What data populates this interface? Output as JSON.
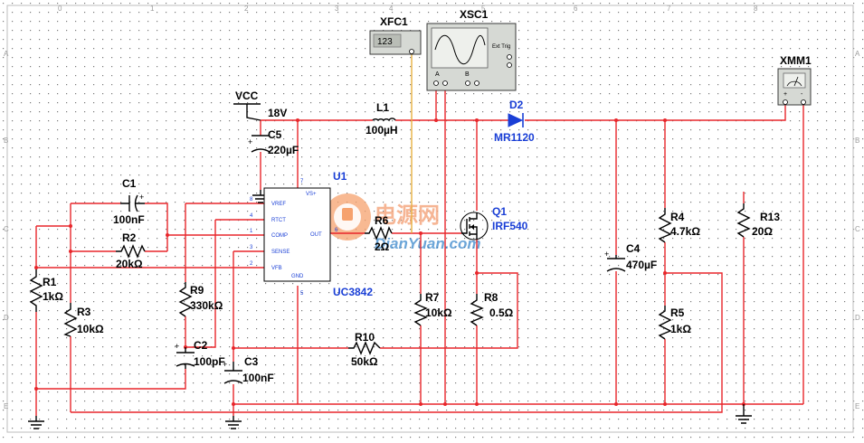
{
  "ruler": {
    "top": [
      "0",
      "1",
      "2",
      "3",
      "4",
      "5",
      "6",
      "7",
      "8"
    ],
    "side": [
      "A",
      "B",
      "C",
      "D",
      "E"
    ]
  },
  "instruments": {
    "xfc1": {
      "ref": "XFC1",
      "display": "123"
    },
    "xsc1": {
      "ref": "XSC1",
      "ch_a": "A",
      "ch_b": "B",
      "ext_trig": "Ext Trig"
    },
    "xmm1": {
      "ref": "XMM1",
      "plus": "+",
      "minus": "-"
    }
  },
  "supply": {
    "name": "VCC",
    "voltage": "18V"
  },
  "components": {
    "c1": {
      "ref": "C1",
      "value": "100nF"
    },
    "c2": {
      "ref": "C2",
      "value": "100pF"
    },
    "c3": {
      "ref": "C3",
      "value": "100nF"
    },
    "c4": {
      "ref": "C4",
      "value": "470µF"
    },
    "c5": {
      "ref": "C5",
      "value": "220µF"
    },
    "l1": {
      "ref": "L1",
      "value": "100µH"
    },
    "d2": {
      "ref": "D2",
      "value": "MR1120"
    },
    "q1": {
      "ref": "Q1",
      "value": "IRF540"
    },
    "r1": {
      "ref": "R1",
      "value": "1kΩ"
    },
    "r2": {
      "ref": "R2",
      "value": "20kΩ"
    },
    "r3": {
      "ref": "R3",
      "value": "10kΩ"
    },
    "r4": {
      "ref": "R4",
      "value": "4.7kΩ"
    },
    "r5": {
      "ref": "R5",
      "value": "1kΩ"
    },
    "r6": {
      "ref": "R6",
      "value": "2Ω"
    },
    "r7": {
      "ref": "R7",
      "value": "10kΩ"
    },
    "r8": {
      "ref": "R8",
      "value": "0.5Ω"
    },
    "r9": {
      "ref": "R9",
      "value": "330kΩ"
    },
    "r10": {
      "ref": "R10",
      "value": "50kΩ"
    },
    "r13": {
      "ref": "R13",
      "value": "20Ω"
    }
  },
  "ic": {
    "ref": "U1",
    "part": "UC3842",
    "pins": {
      "vref": "VREF",
      "rtct": "RTCT",
      "comp": "COMP",
      "sense": "SENSE",
      "vfb": "VFB",
      "gnd": "GND",
      "vs": "VS+",
      "out": "OUT"
    },
    "pin_numbers": {
      "vref": "8",
      "rtct": "4",
      "comp": "1",
      "sense": "3",
      "vfb": "2",
      "gnd": "5",
      "vs": "7",
      "out": "6"
    }
  },
  "watermark": {
    "cn": "电源网",
    "en": "DianYuan.com"
  }
}
